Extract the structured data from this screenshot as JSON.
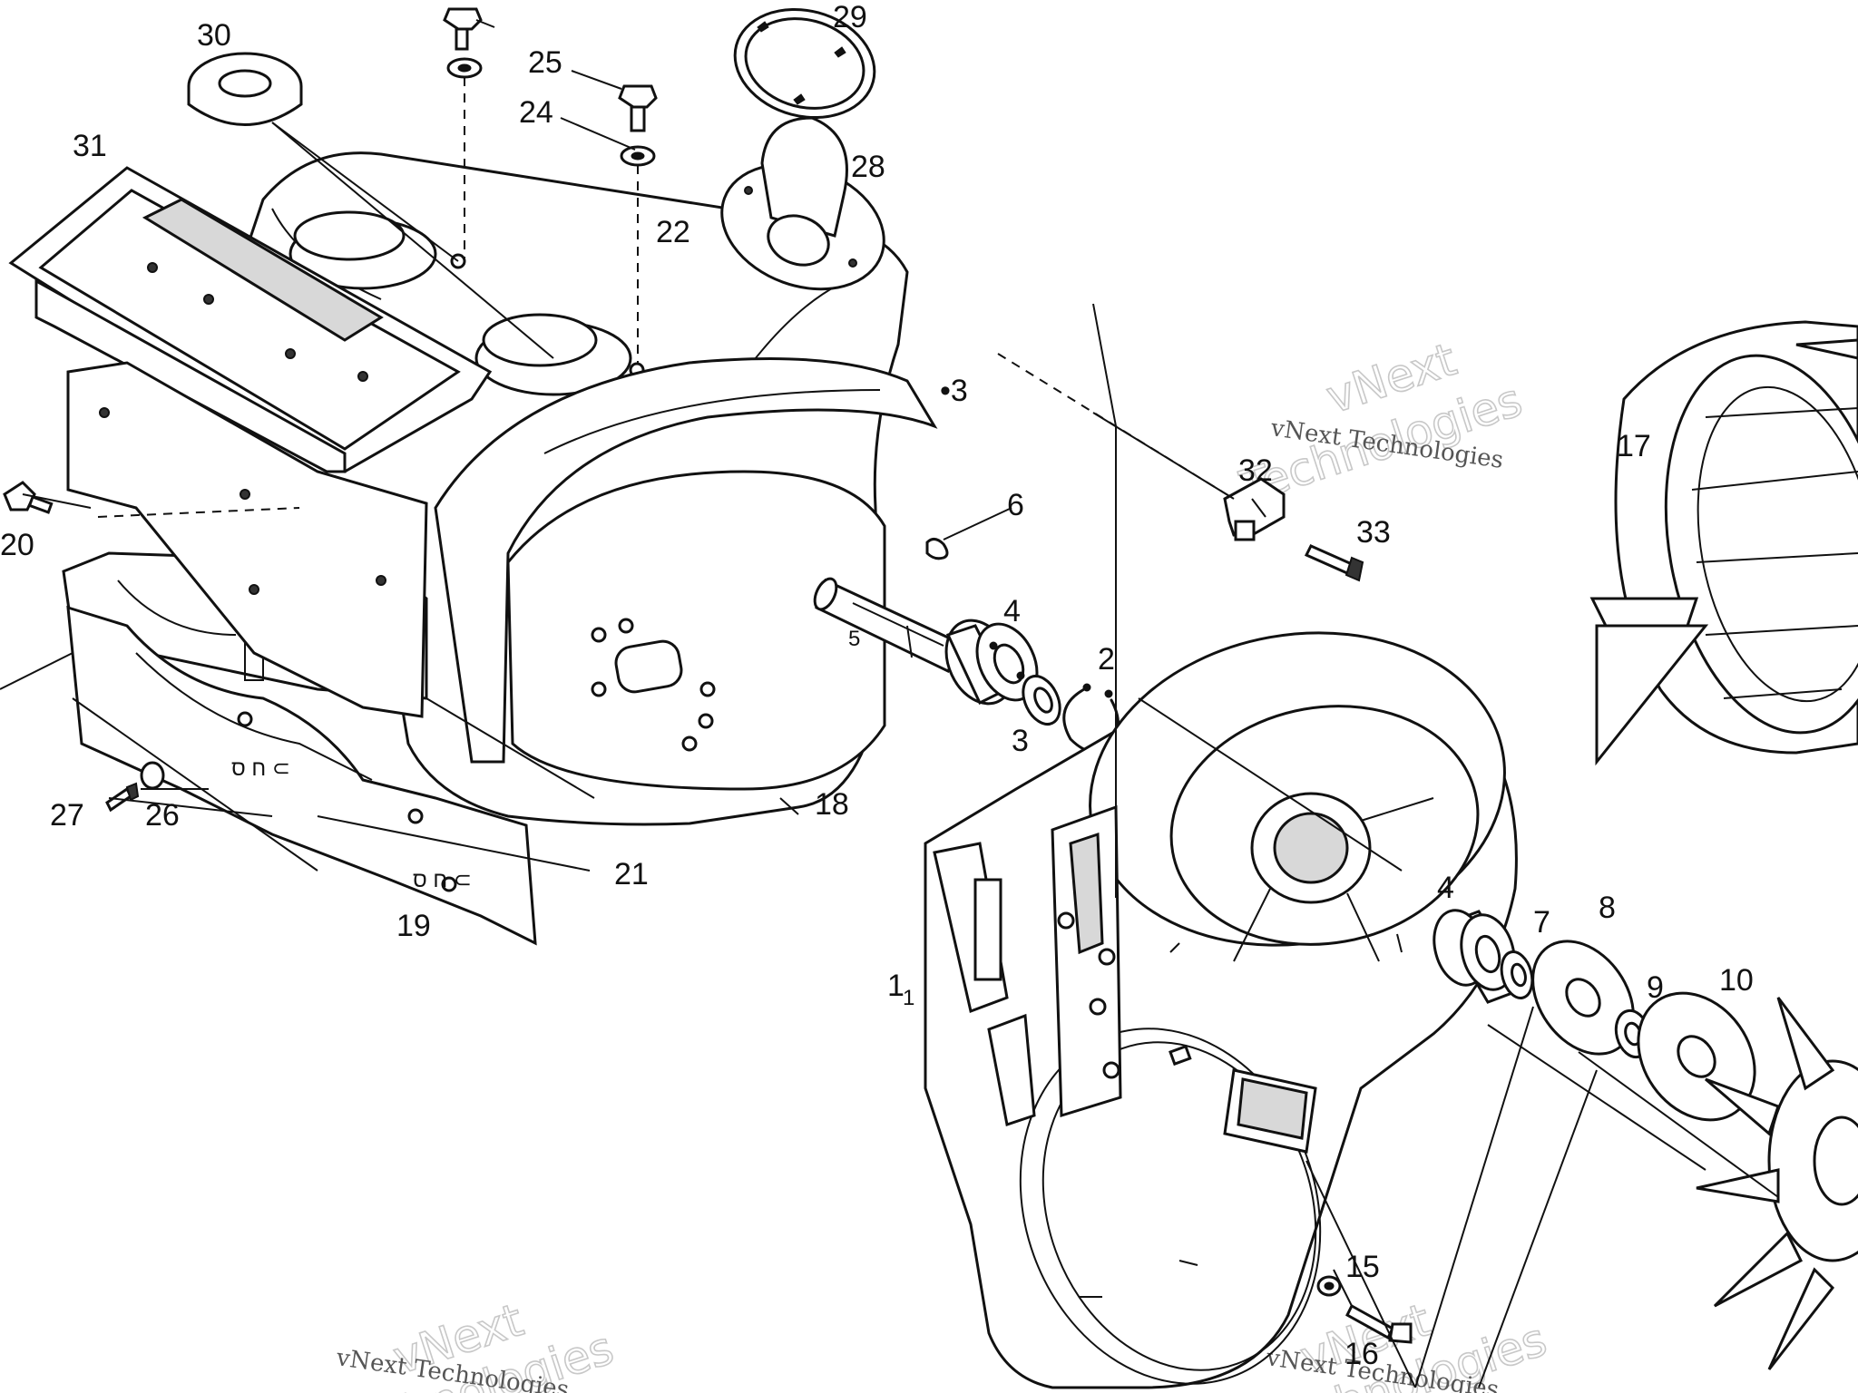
{
  "diagram": {
    "callouts": {
      "p1": "1",
      "p1sub": "1",
      "p2": "2",
      "p3a": "3",
      "p3b": "•3",
      "p4a": "4",
      "p4b": "4",
      "p5": "5",
      "p6": "6",
      "p7": "7",
      "p8": "8",
      "p9": "9",
      "p10": "10",
      "p15": "15",
      "p16": "16",
      "p17": "17",
      "p18": "18",
      "p19": "19",
      "p20": "20",
      "p21": "21",
      "p22": "22",
      "p24": "24",
      "p25": "25",
      "p26": "26",
      "p27": "27",
      "p28": "28",
      "p29": "29",
      "p30": "30",
      "p31": "31",
      "p32": "32",
      "p33": "33"
    },
    "watermark": {
      "brand": "vNext",
      "brand_line2": "Technologies",
      "full": "vNext Technologies"
    }
  }
}
